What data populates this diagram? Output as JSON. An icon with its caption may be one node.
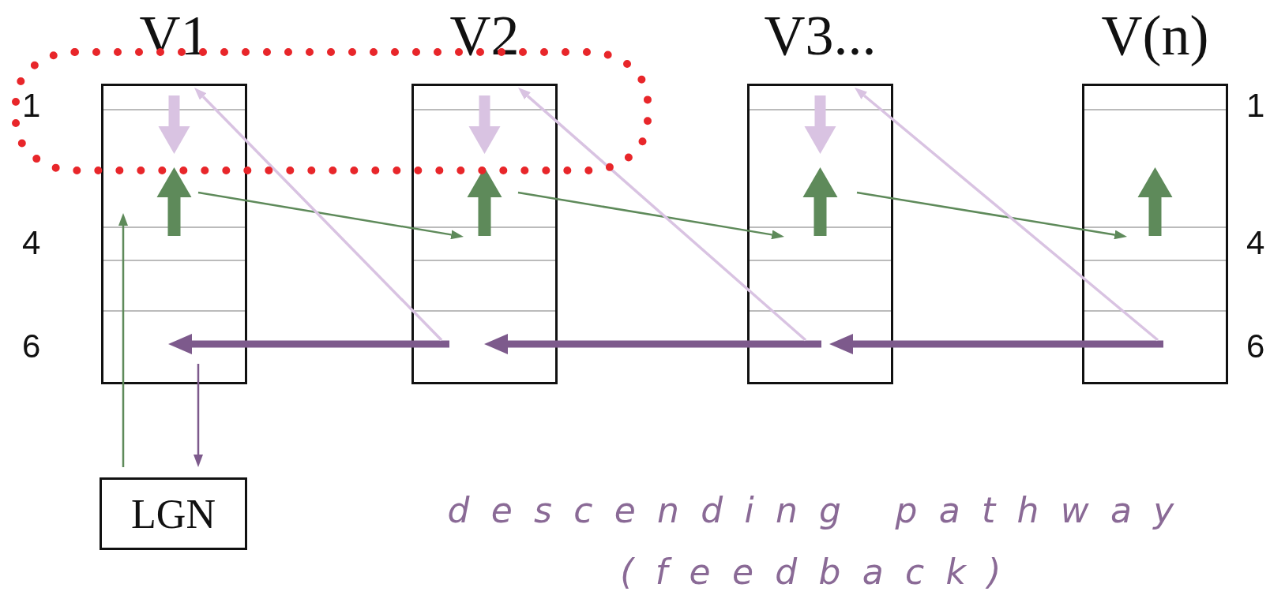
{
  "diagram": {
    "nodes": [
      {
        "text": [
          "V1"
        ]
      },
      {
        "text": [
          "V2"
        ]
      },
      {
        "text": [
          "V3..."
        ]
      },
      {
        "text": [
          "V(n)"
        ]
      },
      {
        "text": [
          "LGN"
        ]
      }
    ],
    "edges": [
      {
        "from": 4,
        "to": 0,
        "arrow": "to",
        "color": "#5e8a5a"
      },
      {
        "from": 0,
        "to": 4,
        "arrow": "to",
        "color": "#7d5a8c"
      },
      {
        "from": 0,
        "to": 1,
        "arrow": "to",
        "color": "#5e8a5a"
      },
      {
        "from": 1,
        "to": 2,
        "arrow": "to",
        "color": "#5e8a5a"
      },
      {
        "from": 2,
        "to": 3,
        "arrow": "to",
        "color": "#5e8a5a"
      },
      {
        "from": 1,
        "to": 0,
        "arrow": "to",
        "style": "thick",
        "color": "#7d5a8c"
      },
      {
        "from": 2,
        "to": 1,
        "arrow": "to",
        "style": "thick",
        "color": "#7d5a8c"
      },
      {
        "from": 3,
        "to": 2,
        "arrow": "to",
        "style": "thick",
        "color": "#7d5a8c"
      },
      {
        "from": 1,
        "to": 0,
        "arrow": "to",
        "color": "#d9c3e2"
      },
      {
        "from": 2,
        "to": 1,
        "arrow": "to",
        "color": "#d9c3e2"
      },
      {
        "from": 3,
        "to": 2,
        "arrow": "to",
        "color": "#d9c3e2"
      }
    ],
    "labels": [
      "1",
      "4",
      "6",
      "1",
      "4",
      "6",
      "descending pathway (feedback)"
    ]
  }
}
